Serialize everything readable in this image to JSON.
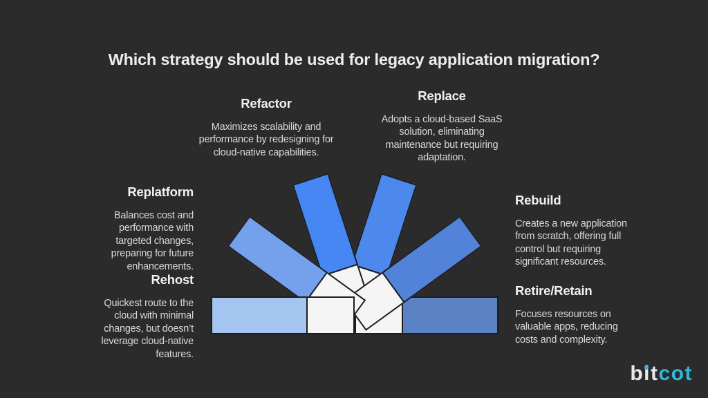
{
  "title": "Which strategy should be used for legacy application migration?",
  "colors": {
    "background": "#2b2b2c",
    "petal": "#f5f5f5",
    "outline": "#1e1e1e",
    "bar_rehost": "#a5c5f1",
    "bar_replatform": "#75a0ec",
    "bar_refactor": "#4787f4",
    "bar_replace": "#4d89ed",
    "bar_rebuild": "#5383d8",
    "bar_retire": "#5b82c4",
    "logo_gray": "#e9e9e9",
    "logo_cyan": "#2fb8da"
  },
  "strategies": [
    {
      "label": "Refactor",
      "lines": [
        "Maximizes scalability and",
        "performance by redesigning for",
        "cloud-native capabilities."
      ]
    },
    {
      "label": "Replace",
      "lines": [
        "Adopts a cloud-based SaaS",
        "solution, eliminating",
        "maintenance but requiring",
        "adaptation."
      ]
    },
    {
      "label": "Replatform",
      "lines": [
        "Balances cost and",
        "performance with",
        "targeted changes,",
        "preparing for future",
        "enhancements."
      ]
    },
    {
      "label": "Rebuild",
      "lines": [
        "Creates a new application",
        "from scratch, offering full",
        "control but requiring",
        "significant resources."
      ]
    },
    {
      "label": "Rehost",
      "lines": [
        "Quickest route to the",
        "cloud with minimal",
        "changes, but doesn’t",
        "leverage cloud-native",
        "features."
      ]
    },
    {
      "label": "Retire/Retain",
      "lines": [
        "Focuses resources on",
        "valuable apps, reducing",
        "costs and complexity."
      ]
    }
  ],
  "logo": {
    "part1": "bit",
    "part2": "cot"
  }
}
